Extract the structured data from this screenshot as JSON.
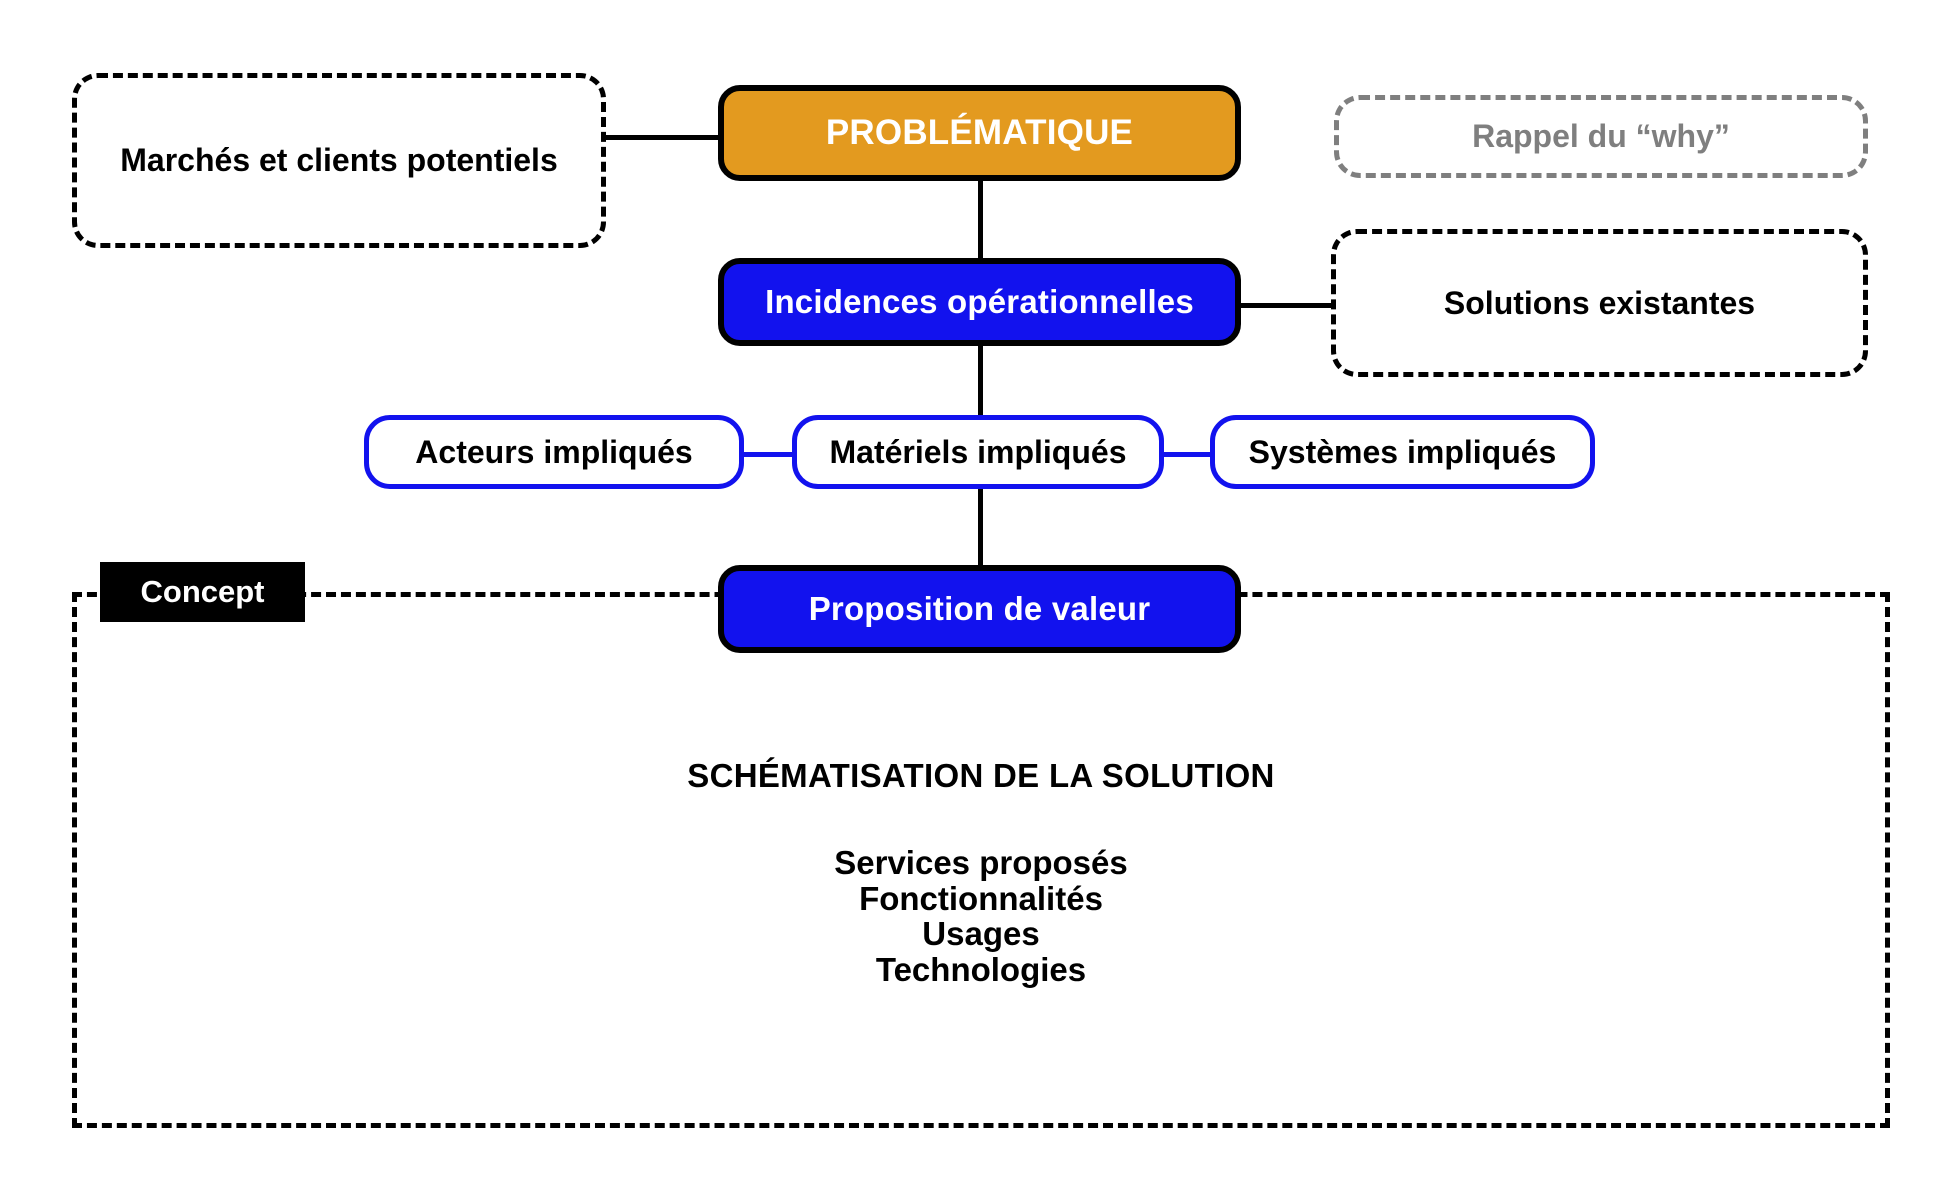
{
  "diagram": {
    "title": "Problematique et concept",
    "colors": {
      "orange": "#E39A1F",
      "blue": "#1212EE",
      "black": "#000000",
      "grey": "#7F7F7F",
      "white": "#FFFFFF"
    }
  },
  "nodes": {
    "markets": {
      "label": "Marchés et clients potentiels",
      "style": "dashed-black"
    },
    "problematique": {
      "label": "PROBLÉMATIQUE",
      "style": "filled-orange"
    },
    "why": {
      "label": "Rappel du “why”",
      "style": "dashed-grey"
    },
    "incidences": {
      "label": "Incidences opérationnelles",
      "style": "filled-blue"
    },
    "solutions": {
      "label": "Solutions existantes",
      "style": "dashed-black"
    },
    "acteurs": {
      "label": "Acteurs impliqués",
      "style": "outline-blue"
    },
    "materiels": {
      "label": "Matériels impliqués",
      "style": "outline-blue"
    },
    "systemes": {
      "label": "Systèmes impliqués",
      "style": "outline-blue"
    },
    "proposition": {
      "label": "Proposition de valeur",
      "style": "filled-blue"
    }
  },
  "concept_region": {
    "tag": "Concept",
    "heading": "SCHÉMATISATION DE LA SOLUTION",
    "items": [
      "Services proposés",
      "Fonctionnalités",
      "Usages",
      "Technologies"
    ]
  }
}
